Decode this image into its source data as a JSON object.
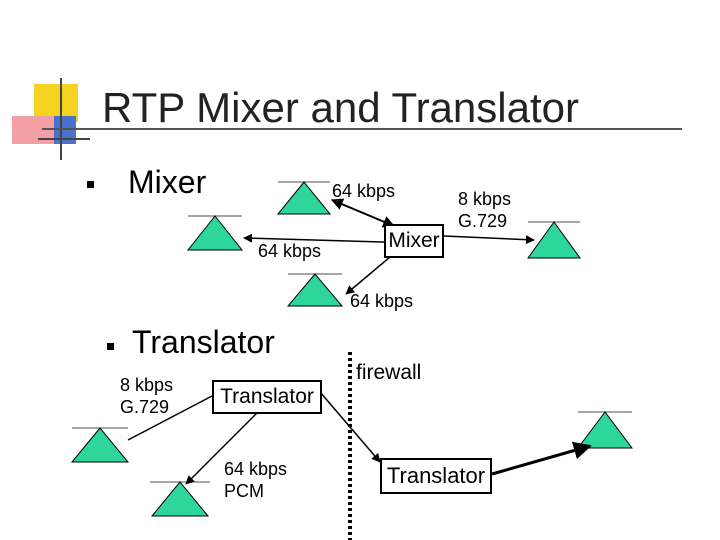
{
  "title": "RTP Mixer and Translator",
  "sections": [
    {
      "bullet_label": "Mixer"
    },
    {
      "bullet_label": "Translator"
    }
  ],
  "mixer_diagram": {
    "mixer_box": "Mixer",
    "link_top": "64 kbps",
    "link_left": "64 kbps",
    "link_bottom": "64 kbps",
    "link_right_rate": "8 kbps",
    "link_right_codec": "G.729"
  },
  "translator_diagram": {
    "left_rate": "8 kbps",
    "left_codec": "G.729",
    "translator_box_1": "Translator",
    "down_rate": "64 kbps",
    "down_codec": "PCM",
    "firewall_label": "firewall",
    "translator_box_2": "Translator"
  },
  "colors": {
    "endpoint_fill": "#2fd69c",
    "deco_yellow": "#f5d323",
    "deco_pink": "#f2a0a6",
    "deco_blue": "#4a72c8"
  }
}
